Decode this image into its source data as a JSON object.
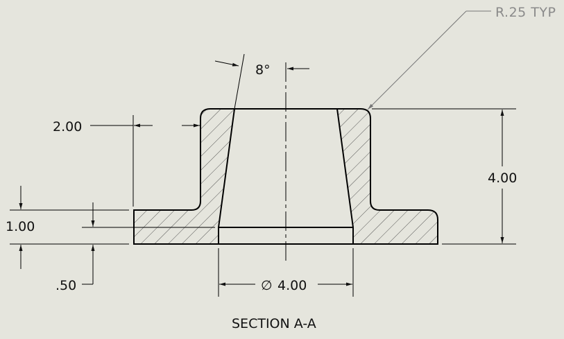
{
  "drawing": {
    "section_title": "SECTION A-A",
    "dimensions": {
      "angle": "8°",
      "wall": "2.00",
      "flange_thickness": "1.00",
      "step": ".50",
      "height": "4.00",
      "bore_diameter_symbol": "∅",
      "bore_diameter_value": "4.00",
      "fillet_note": "R.25 TYP"
    }
  }
}
